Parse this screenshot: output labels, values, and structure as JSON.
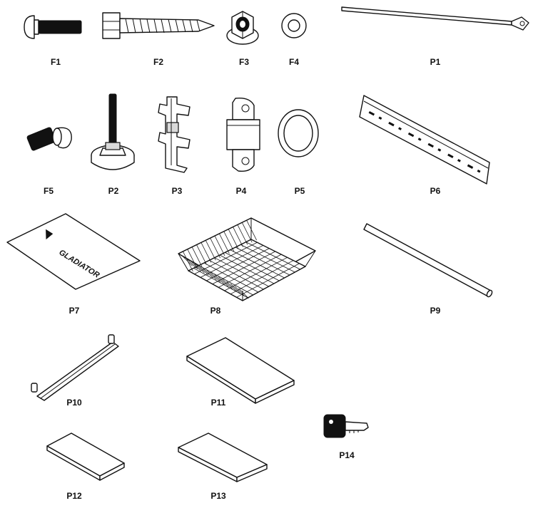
{
  "parts": {
    "f1": {
      "label": "F1",
      "icon": "carriage-bolt-icon"
    },
    "f2": {
      "label": "F2",
      "icon": "lag-screw-icon"
    },
    "f3": {
      "label": "F3",
      "icon": "flange-nut-icon"
    },
    "f4": {
      "label": "F4",
      "icon": "washer-icon"
    },
    "p1": {
      "label": "P1",
      "icon": "strap-icon"
    },
    "f5": {
      "label": "F5",
      "icon": "short-bolt-icon"
    },
    "p2": {
      "label": "P2",
      "icon": "leveling-foot-icon"
    },
    "p3": {
      "label": "P3",
      "icon": "shelf-clip-icon"
    },
    "p4": {
      "label": "P4",
      "icon": "hinge-bracket-icon"
    },
    "p5": {
      "label": "P5",
      "icon": "grommet-ring-icon"
    },
    "p6": {
      "label": "P6",
      "icon": "slotted-rail-icon"
    },
    "p7": {
      "label": "P7",
      "icon": "logo-plate-icon",
      "brand_text": "GLADIATOR"
    },
    "p8": {
      "label": "P8",
      "icon": "wire-basket-icon"
    },
    "p9": {
      "label": "P9",
      "icon": "rod-icon"
    },
    "p10": {
      "label": "P10",
      "icon": "shelf-bar-icon"
    },
    "p11": {
      "label": "P11",
      "icon": "large-shelf-panel-icon"
    },
    "p12": {
      "label": "P12",
      "icon": "small-shelf-panel-icon"
    },
    "p13": {
      "label": "P13",
      "icon": "medium-shelf-panel-icon"
    },
    "p14": {
      "label": "P14",
      "icon": "key-icon"
    }
  }
}
